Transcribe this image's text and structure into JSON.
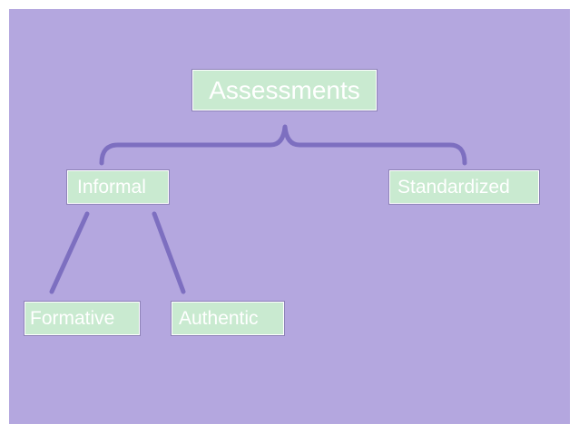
{
  "diagram": {
    "root": {
      "label": "Assessments"
    },
    "level1": [
      {
        "label": "Informal"
      },
      {
        "label": "Standardized"
      }
    ],
    "level2": [
      {
        "label": "Formative"
      },
      {
        "label": "Authentic"
      }
    ]
  },
  "colors": {
    "background": "#b4a7df",
    "node_fill": "#c9ead0",
    "node_text": "#ffffff",
    "connector": "#7d6fc0"
  }
}
